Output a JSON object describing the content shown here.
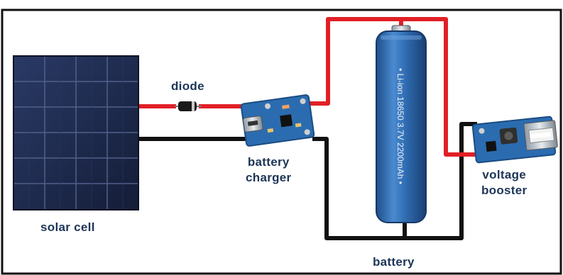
{
  "labels": {
    "diode": "diode",
    "battery_charger_line1": "battery",
    "battery_charger_line2": "charger",
    "voltage_booster_line1": "voltage",
    "voltage_booster_line2": "booster",
    "solar_cell": "solar cell",
    "battery": "battery"
  },
  "battery_print": "• Li-ion 18650 3.7V 2200mAh •",
  "colors": {
    "positive_wire": "#e21f26",
    "negative_wire": "#111111",
    "label_text": "#1d3557",
    "battery_body": "#2f6bb0",
    "solar_panel": "#1d2a4d",
    "pcb": "#2b6cb0"
  },
  "icons": {
    "usb_port": "usb-a-port-icon",
    "micro_usb": "micro-usb-port-icon"
  }
}
